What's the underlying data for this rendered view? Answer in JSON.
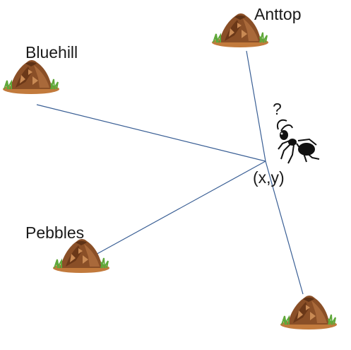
{
  "hills": [
    {
      "id": "anttop",
      "label": "Anttop"
    },
    {
      "id": "bluehill",
      "label": "Bluehill"
    },
    {
      "id": "pebbles",
      "label": "Pebbles"
    },
    {
      "id": "unnamed",
      "label": ""
    }
  ],
  "ant": {
    "question": "?",
    "coords": "(x,y)"
  },
  "colors": {
    "line": "#3a5f95",
    "mound_dark": "#7a4522",
    "mound_mid": "#a0612f",
    "mound_light": "#c98a54",
    "grass": "#5fa83a",
    "base": "#c27a3c",
    "ant": "#111111"
  },
  "icons": [
    "anthill-icon",
    "ant-icon"
  ]
}
